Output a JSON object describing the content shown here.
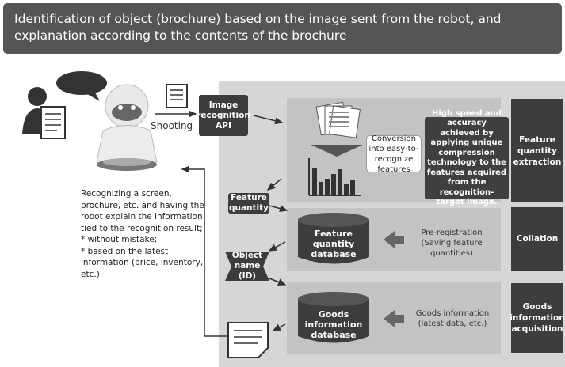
{
  "title": "Identification of object (brochure) based on the image sent from the robot, and explanation according to the contents of the brochure",
  "shooting_label": "Shooting",
  "image_api_label": "Image recognition API",
  "conversion_text": "Conversion into easy-to-recognize features",
  "compression_text": "High speed and accuracy achieved by applying unique compression technology to the features acquired from the recognition-target image.",
  "feature_quantity_label": "Feature quantity",
  "object_name_label": "Object name (ID)",
  "feature_db_label": "Feature quantity database",
  "pre_registration_text": "Pre-registration (Saving feature quantities)",
  "goods_db_label": "Goods information database",
  "goods_info_text": "Goods information (latest data, etc.)",
  "side_labels": {
    "extraction": "Feature quantity extraction",
    "collation": "Collation",
    "acquisition": "Goods information acquisition"
  },
  "left_description": {
    "intro": "Recognizing a screen, brochure, etc. and having the robot explain the information tied to the recognition result;",
    "bullet1": "* without mistake;",
    "bullet2": "* based on the latest information (price, inventory, etc.)"
  },
  "colors": {
    "title_bg": "#555555",
    "dark": "#3f3f3f",
    "panel": "#d6d6d6",
    "box": "#c3c3c3"
  },
  "icons": [
    "person-icon",
    "speech-bubble-icon",
    "robot-icon",
    "camera-document-icon",
    "brochure-stack-icon",
    "bar-chart-icon",
    "database-icon",
    "document-icon",
    "arrow-icon"
  ]
}
